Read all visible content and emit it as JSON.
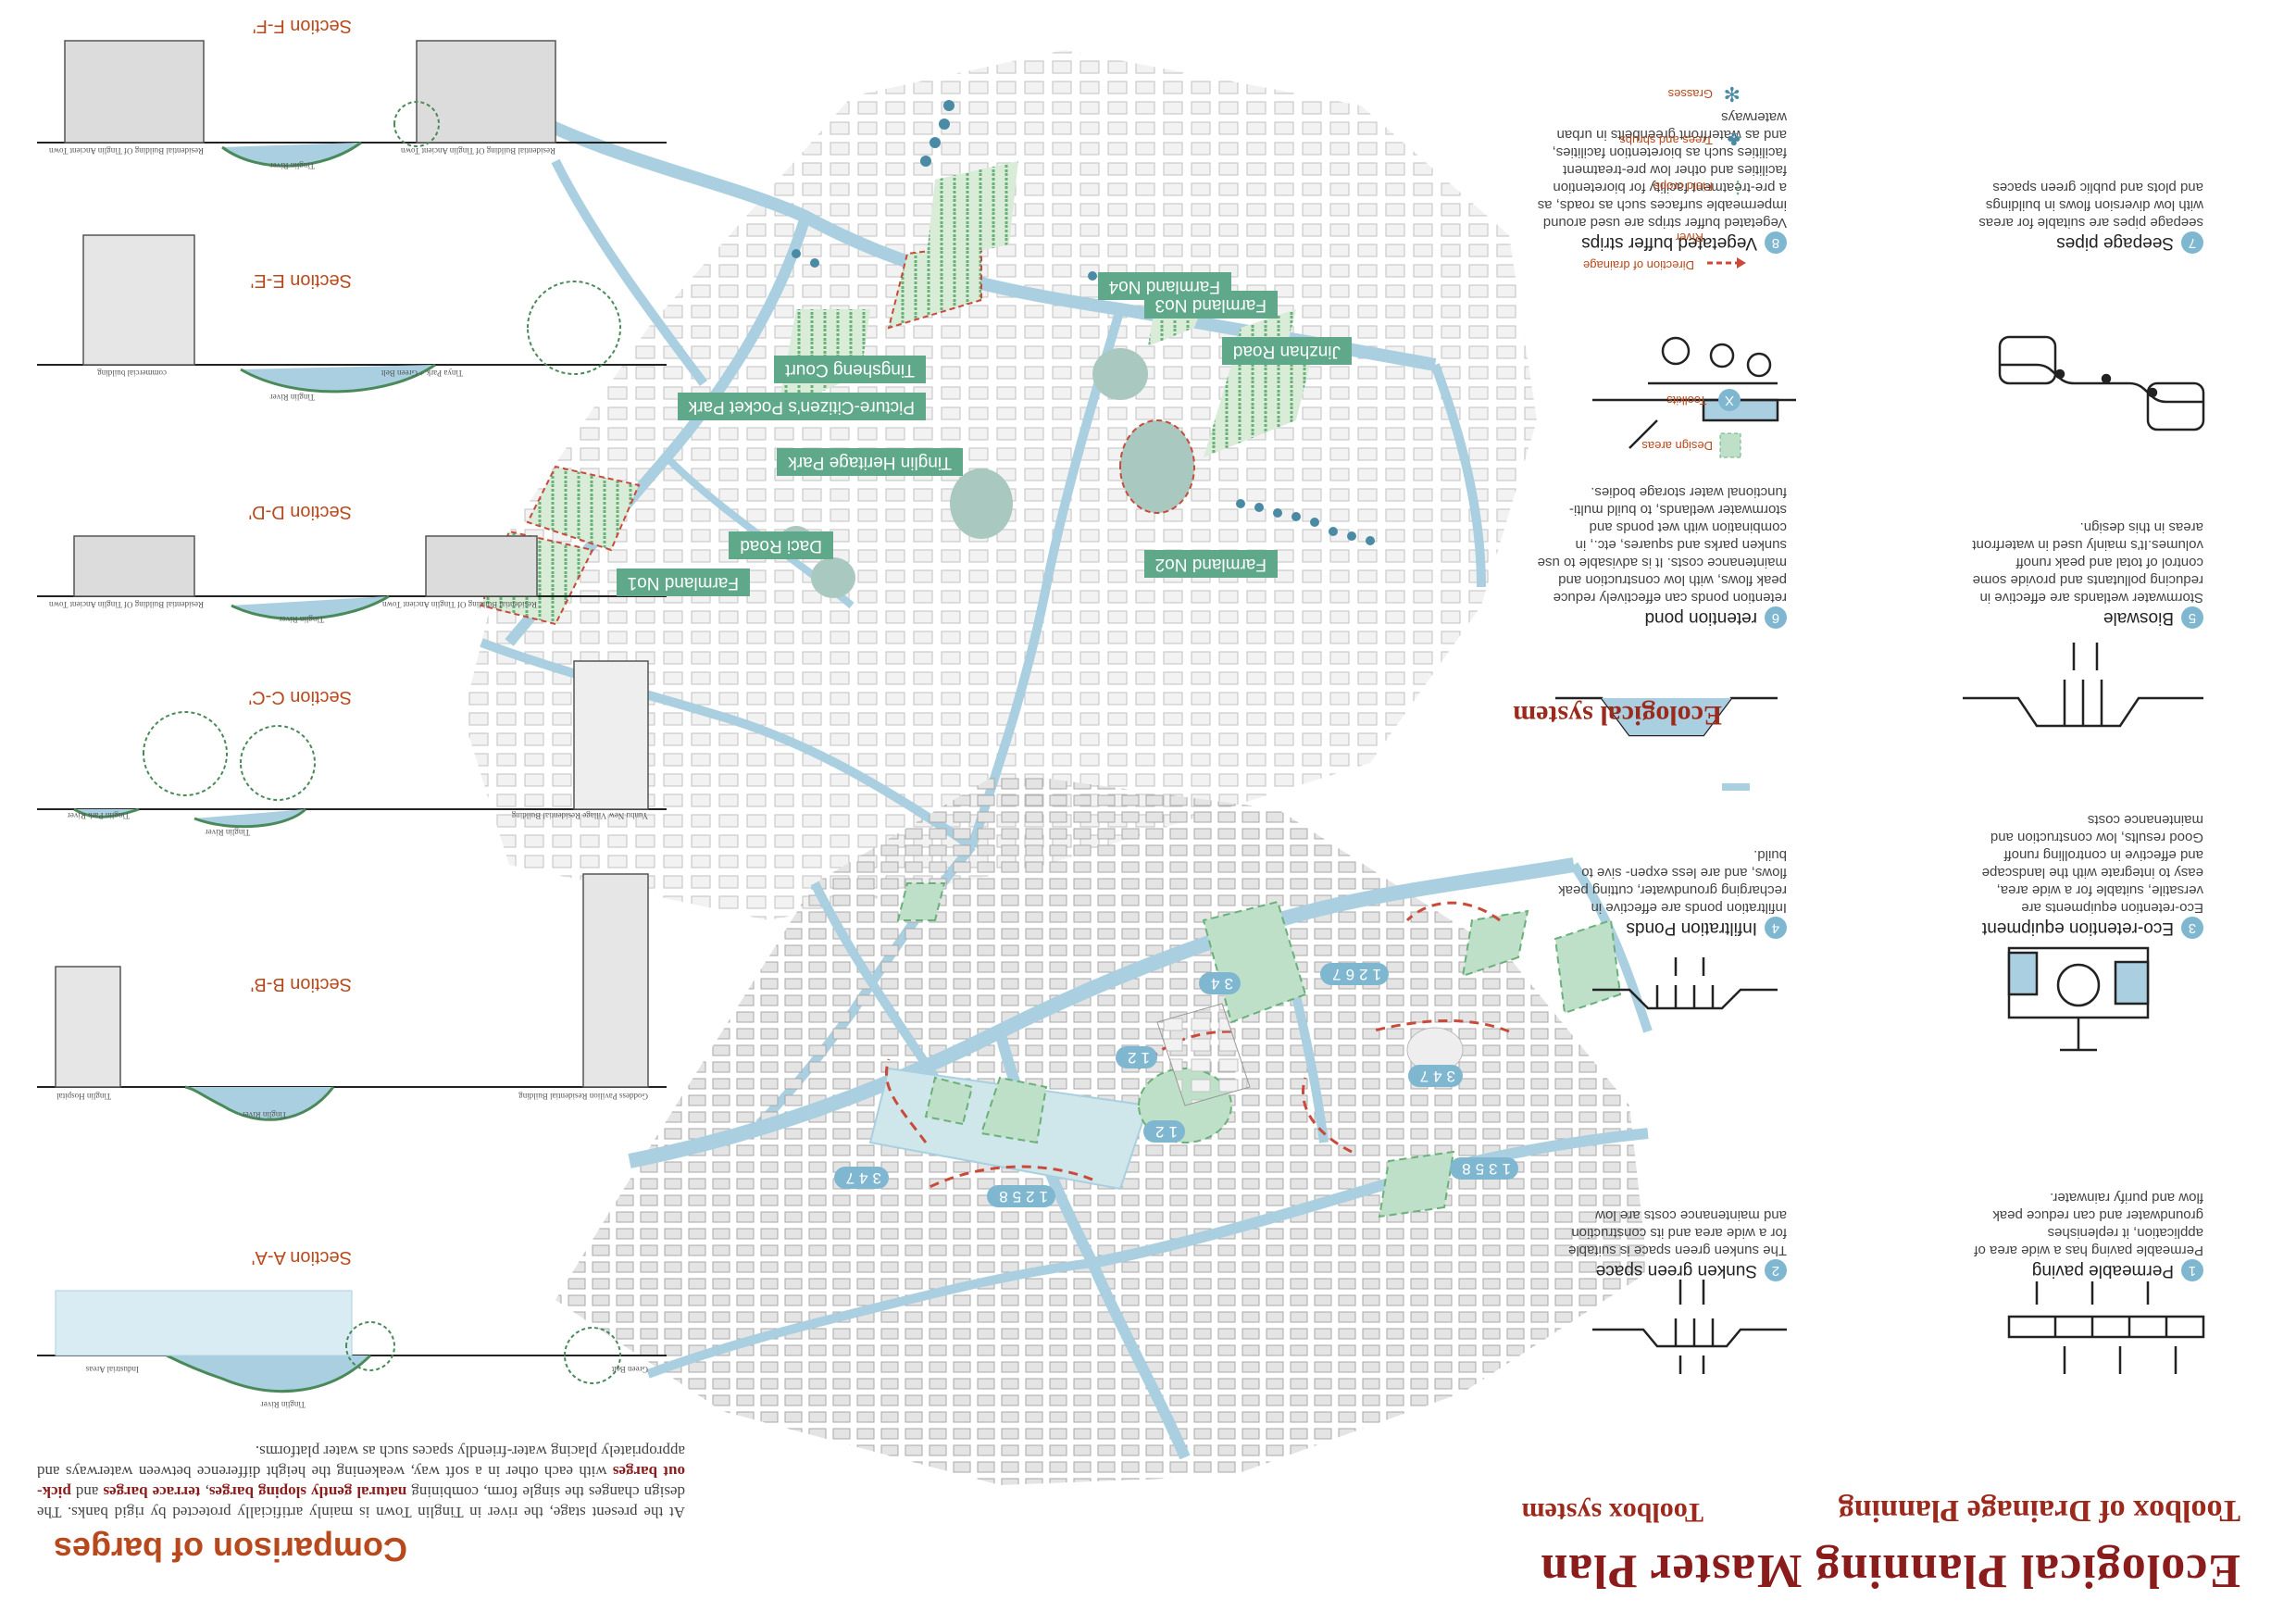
{
  "titles": {
    "main": "Ecological Planning Master Plan",
    "toolbox": "Toolbox of Drainage Planning",
    "toolbox_system": "Toolbox system",
    "ecological_system": "Ecological system",
    "comparison": "Comparison of barges"
  },
  "comparison_text": {
    "part1": "At the present stage, the river in Tinglin Town is mainly artificially protected by rigid banks. The design changes the single form, combining ",
    "kw1": "natural gently sloping barges",
    "sep1": ", ",
    "kw2": "terrace barges",
    "sep2": " and ",
    "kw3": "pick-out barges",
    "part2": " with each other in a soft way, weakening the height difference between waterways and appropriately placing water-friendly spaces such as water platforms."
  },
  "tools": [
    {
      "num": "1",
      "name": "Permeable paving",
      "desc": "Permeable paving has a wide area of application, it replenishes groundwater and can reduce peak flow and purify rainwater."
    },
    {
      "num": "2",
      "name": "Sunken green space",
      "desc": "The sunken green space is suitable for a wide area and its construction and maintenance costs are low"
    },
    {
      "num": "3",
      "name": "Eco-retention equipment",
      "desc": "Eco-retention equipments are versatile, suitable for a wide area, easy to integrate with the landscape and effective in controlling runoff Good results, low construction and maintenance costs"
    },
    {
      "num": "4",
      "name": "Infiltration Ponds",
      "desc": "Infiltration ponds are effective in recharging groundwater, cutting peak flows, and are less expen- sive to build."
    },
    {
      "num": "5",
      "name": "Bioswale",
      "desc": "Stormwater wetlands are effective in reducing pollutants and provide some control of total and peak runoff volumes.It's mainly used in waterfront areas in this design."
    },
    {
      "num": "6",
      "name": "retention pond",
      "desc": "retention ponds can effectively reduce peak flows, with low construction and maintenance costs. It is advisable to use sunken parks and squares, etc., in combination with wet ponds and stormwater wetlands, to build multi-functional water storage bodies."
    },
    {
      "num": "7",
      "name": "Seepage pipes",
      "desc": "seepage pipes are suitable for areas with low diversion flows in buildings and plots and public green spaces"
    },
    {
      "num": "8",
      "name": "Vegetated buffer strips",
      "desc": "Vegetated buffer strips are used around impermeable surfaces such as roads, as a pre-treatment facility for bioretention facilities and other low pre-treatment facilities such as bioretention facilities, and as waterfront greenbelts in urban waterways"
    }
  ],
  "sections": [
    {
      "title": "Section A-A'",
      "labels": [
        "Green Belt",
        "Tinglin River",
        "Industrial Areas"
      ]
    },
    {
      "title": "Section B-B'",
      "labels": [
        "Goddess Pavilion Residential Building",
        "Tinglin River",
        "Tinglin Hospital"
      ]
    },
    {
      "title": "Section C-C'",
      "labels": [
        "Yunhu New Village Residential Building",
        "Tinglin River",
        "Tinglin Park River"
      ]
    },
    {
      "title": "Section D-D'",
      "labels": [
        "Residential Building Of Tinglin Ancient Town",
        "Tinglin River",
        "Residential Building Of Tinglin Ancient Town"
      ]
    },
    {
      "title": "Section E-E'",
      "labels": [
        "Tinya Park + Green Belt",
        "Tinglin River",
        "commercial building"
      ]
    },
    {
      "title": "Section F-F'",
      "labels": [
        "Residential Building Of Tinglin Ancient Town",
        "Tinglin River",
        "Residential Building Of Tinglin Ancient Town"
      ]
    }
  ],
  "places": {
    "farmland1": "Farmland No1",
    "farmland2": "Farmland No2",
    "farmland3": "Farmland No3",
    "farmland4": "Farmland No4",
    "daci": "Daci Road",
    "jinzhan": "Jinzhan Road",
    "tingsheng": "Tingsheng Court",
    "pocket": "Picture-Citizen's Pocket Park",
    "heritage": "Tinglin Heritage Park"
  },
  "eco_legend": {
    "grasses": "Grasses",
    "trees": "Trees and shrubs",
    "crops": "Field crops",
    "river": "River"
  },
  "toolbox_legend": {
    "design_areas": "Design areas",
    "toolkits": "Toolkits",
    "toolkits_symbol": "X",
    "direction": "Direction of drainage"
  },
  "badges": [
    "1258",
    "347",
    "1358",
    "347",
    "12",
    "12",
    "1267",
    "34"
  ],
  "colors": {
    "title": "#8a1c1c",
    "accent": "#b8491c",
    "water": "#a9cfe0",
    "green_area": "#bfe0c8",
    "label_bg": "#5fa88a",
    "badge": "#7fb7d1"
  }
}
